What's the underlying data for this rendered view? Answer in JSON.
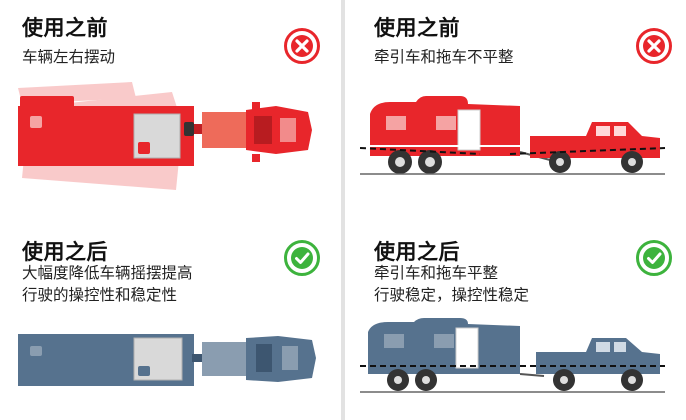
{
  "panels": {
    "top_left": {
      "heading": "使用之前",
      "lines": [
        "车辆左右摆动"
      ],
      "status_icon": "cross-icon"
    },
    "top_right": {
      "heading": "使用之前",
      "lines": [
        "牵引车和拖车不平整"
      ],
      "status_icon": "cross-icon"
    },
    "bottom_left": {
      "heading": "使用之后",
      "lines": [
        "大幅度降低车辆摇摆提高",
        "行驶的操控性和稳定性"
      ],
      "status_icon": "check-icon"
    },
    "bottom_right": {
      "heading": "使用之后",
      "lines": [
        "牵引车和拖车平整",
        "行驶稳定，操控性稳定"
      ],
      "status_icon": "check-icon"
    }
  },
  "colors": {
    "before": "#e8262b",
    "before_light": "#f28b8b",
    "after": "#56728e",
    "after_light": "#8a9db0",
    "cross_badge": "#e8262b",
    "check_badge": "#3db33d"
  }
}
